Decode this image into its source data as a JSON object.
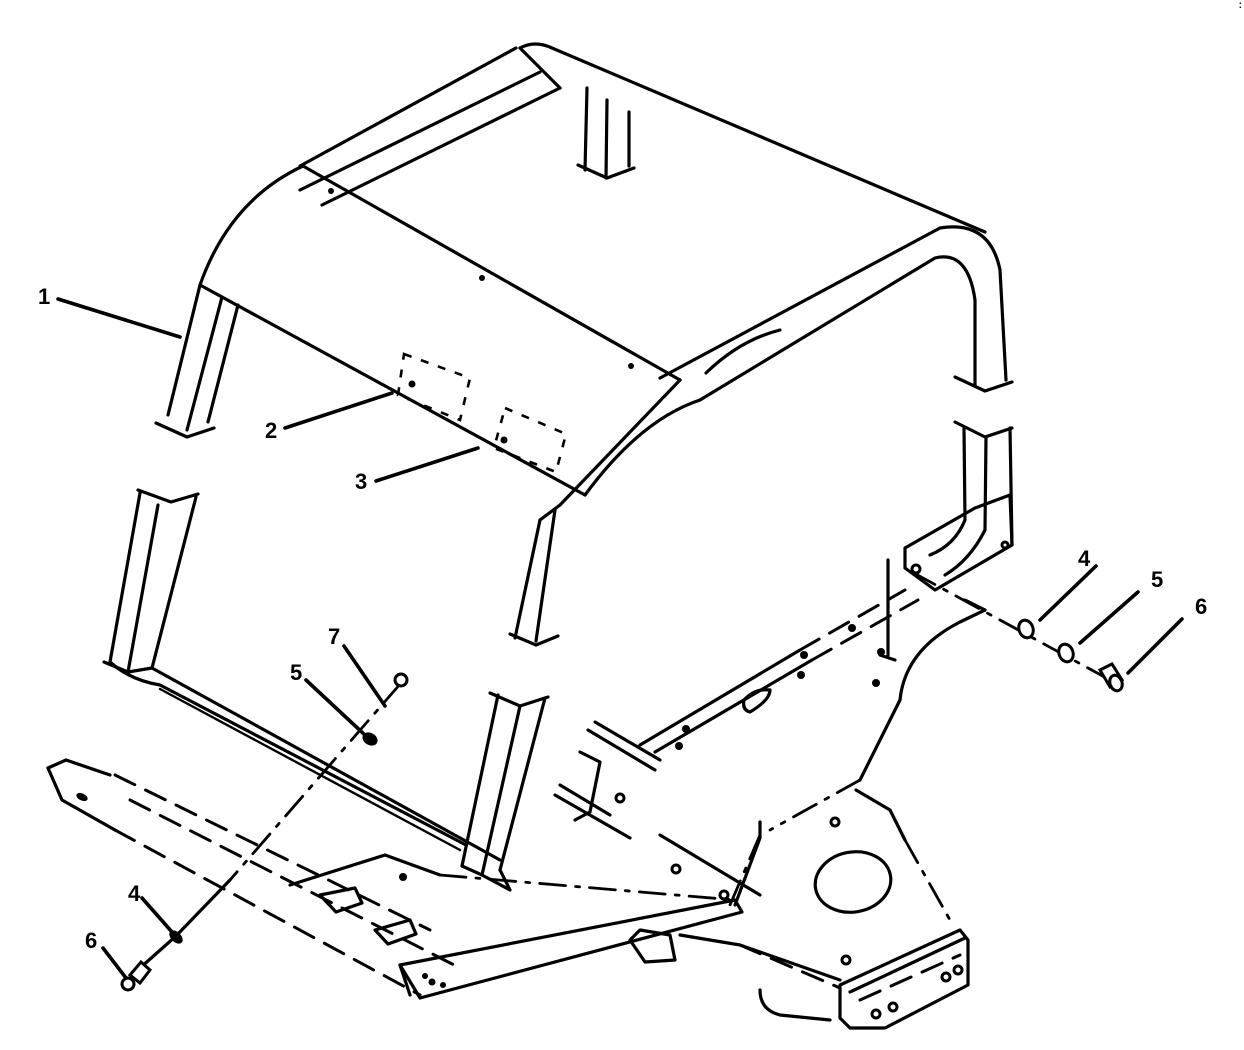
{
  "figure": {
    "type": "exploded-parts-diagram",
    "subject": "ROPS canopy assembly with mounting hardware and frame",
    "corner_mark": ":",
    "line_color": "#000000",
    "background_color": "#ffffff"
  },
  "callouts": [
    {
      "id": "1",
      "label": "1",
      "part": "canopy"
    },
    {
      "id": "2",
      "label": "2",
      "part": "decal-a"
    },
    {
      "id": "3",
      "label": "3",
      "part": "decal-b"
    },
    {
      "id": "4",
      "label": "4",
      "part": "washer-right"
    },
    {
      "id": "5",
      "label": "5",
      "part": "washer-right-2"
    },
    {
      "id": "6",
      "label": "6",
      "part": "bolt-right"
    },
    {
      "id": "7",
      "label": "7",
      "part": "nut-top"
    },
    {
      "id": "5b",
      "label": "5",
      "part": "washer-left"
    },
    {
      "id": "4b",
      "label": "4",
      "part": "washer-left-2"
    },
    {
      "id": "6b",
      "label": "6",
      "part": "bolt-left"
    }
  ]
}
